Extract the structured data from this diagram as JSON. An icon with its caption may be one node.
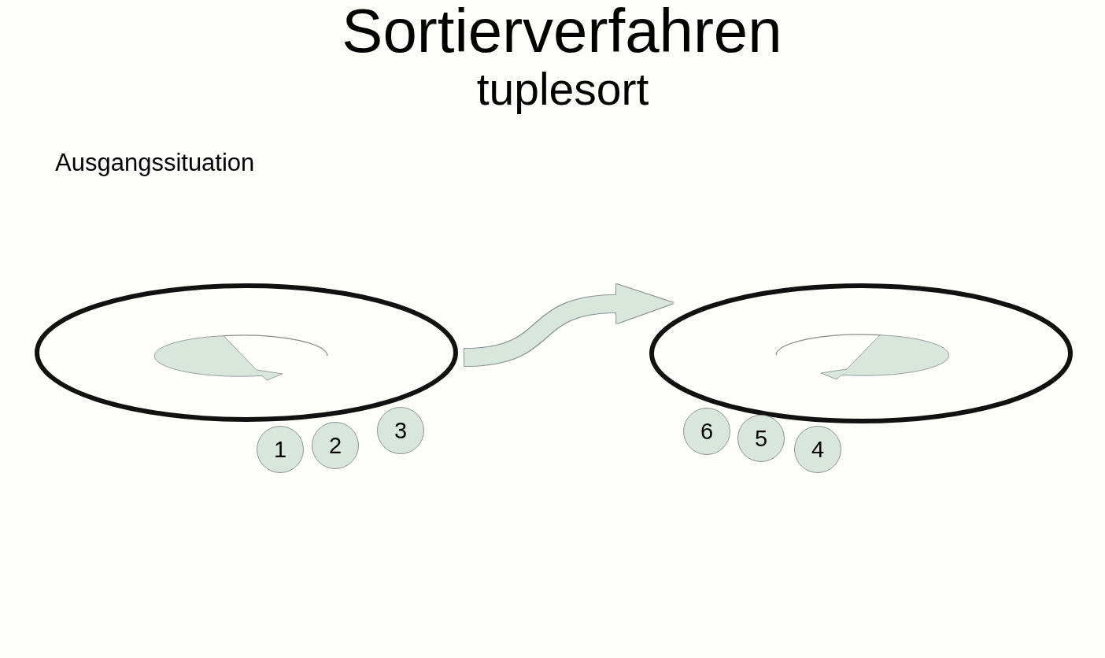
{
  "diagram": {
    "title": "Sortierverfahren",
    "nodes": [
      {
        "text": [],
        "shape": "ellipse"
      },
      {
        "text": [
          "1"
        ]
      },
      {
        "text": [
          "2"
        ]
      },
      {
        "text": [
          "3"
        ]
      },
      {
        "text": [],
        "shape": "ellipse"
      },
      {
        "text": [
          "6"
        ]
      },
      {
        "text": [
          "5"
        ]
      },
      {
        "text": [
          "4"
        ]
      }
    ],
    "edges": [
      {
        "from": 0,
        "to": 4,
        "arrow": "to"
      }
    ],
    "labels": [
      "tuplesort",
      "Ausgangssituation"
    ]
  }
}
